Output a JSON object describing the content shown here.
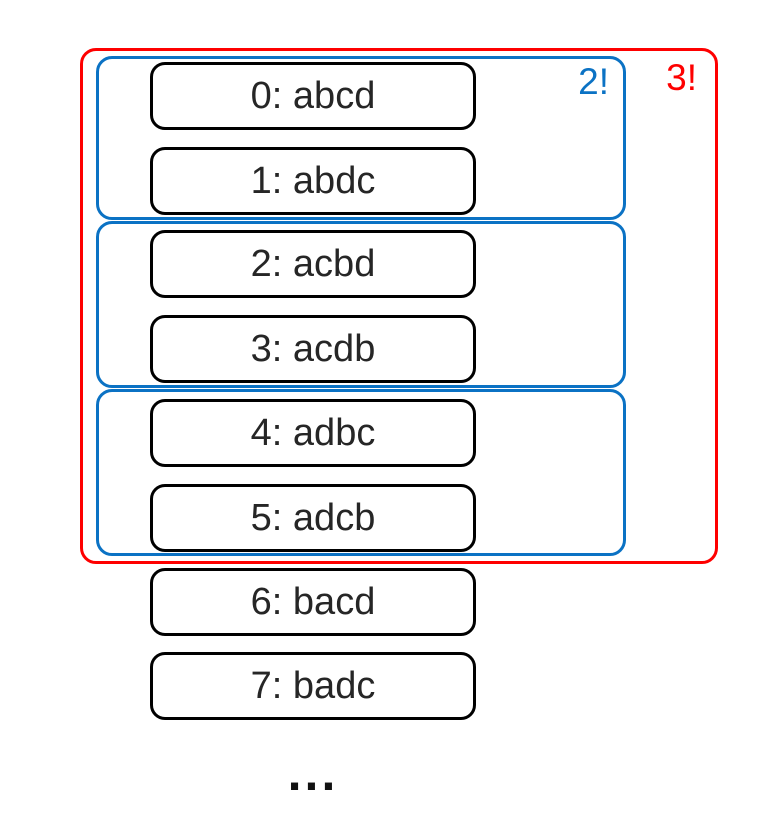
{
  "diagram": {
    "outer_group": {
      "label": "3!"
    },
    "pair_groups": [
      {
        "label": "2!",
        "items": [
          {
            "label": "0: abcd"
          },
          {
            "label": "1: abdc"
          }
        ]
      },
      {
        "items": [
          {
            "label": "2: acbd"
          },
          {
            "label": "3: acdb"
          }
        ]
      },
      {
        "items": [
          {
            "label": "4: adbc"
          },
          {
            "label": "5: adcb"
          }
        ]
      }
    ],
    "ungrouped_items": [
      {
        "label": "6: bacd"
      },
      {
        "label": "7: badc"
      }
    ],
    "ellipsis": "...",
    "colors": {
      "pair_group_border": "#0b72c4",
      "outer_group_border": "#fe0000",
      "item_border": "#000000",
      "item_text": "#262626"
    }
  }
}
